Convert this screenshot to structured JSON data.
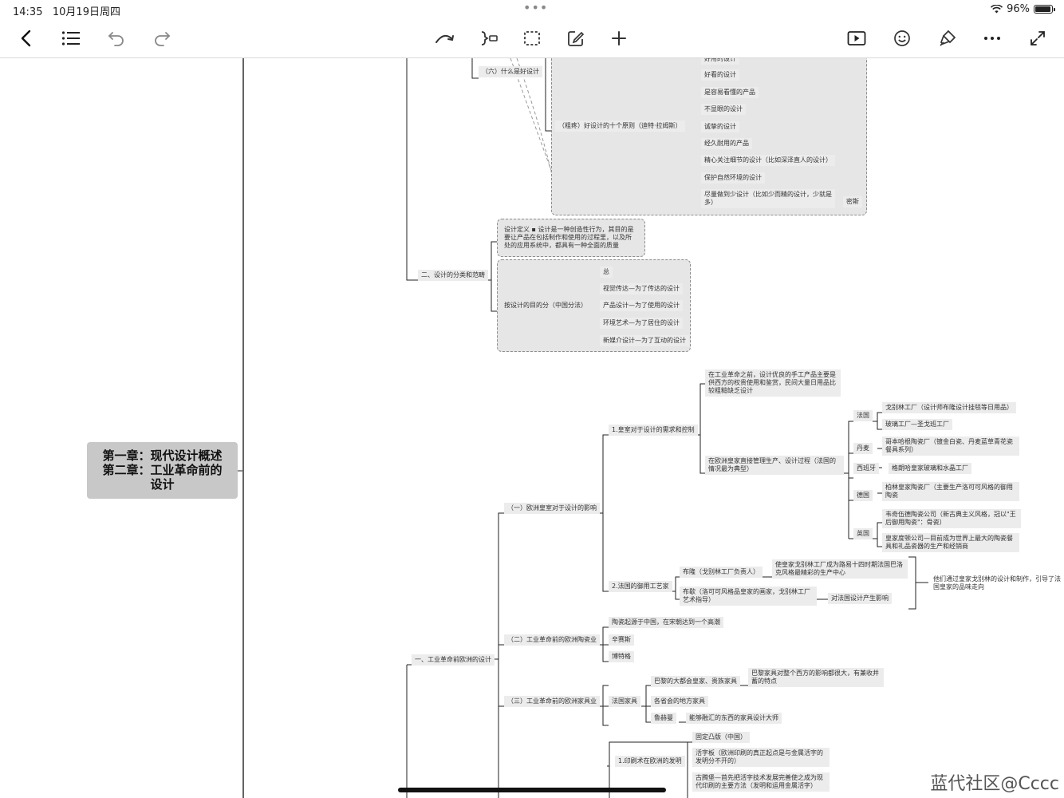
{
  "status": {
    "time": "14:35",
    "date": "10月19日周四",
    "more": "•••",
    "battery_pct": "96%",
    "battery_level": 0.96
  },
  "toolbar": {
    "left_icons": [
      "back-icon",
      "list-icon",
      "undo-icon",
      "redo-icon"
    ],
    "center_icons": [
      "redo-arc-icon",
      "summary-icon",
      "select-box-icon",
      "edit-icon",
      "add-icon"
    ],
    "right_icons": [
      "play-icon",
      "emoji-icon",
      "paint-icon",
      "more-icon",
      "expand-icon"
    ]
  },
  "root": {
    "line1": "第一章：现代设计概述",
    "line2": "第二章：工业革命前的",
    "line3": "设计"
  },
  "top": {
    "six": "（六）什么是好设计",
    "ten_rules": "（粗疼）好设计的十个原则（迪特·拉姆斯）",
    "r0": "好用的设计",
    "r1": "好看的设计",
    "r2": "是容易看懂的产品",
    "r3": "不显眼的设计",
    "r4": "诚挚的设计",
    "r5": "经久耐用的产品",
    "r6": "精心关注细节的设计（比如深泽直人的设计）",
    "r7": "保护自然环境的设计",
    "r8": "尽量做到少设计（比如少而精的设计，少就是多）",
    "r8_tag": "密斯"
  },
  "classify": {
    "title": "二、设计的分类和范畴",
    "definition": "设计定义 ▪ 设计是一种创造性行为，其目的是要让产品在包括制作和使用的过程里，以及所处的应用系统中，都具有一种全面的质量",
    "by_purpose": "按设计的目的分（中国分法）",
    "c0": "总",
    "c1": "视觉传达—为了传达的设计",
    "c2": "产品设计—为了使用的设计",
    "c3": "环境艺术—为了居住的设计",
    "c4": "新媒介设计—为了互动的设计"
  },
  "europe": {
    "title": "一、工业革命前欧洲的设计",
    "s1": "（一）欧洲皇室对于设计的影响",
    "s1_a": "1.皇室对于设计的需求和控制",
    "s1_a_1": "在工业革命之前，设计优良的手工产品主要是供西方的权贵使用和鉴赏，民间大量日用品比较粗糙缺乏设计",
    "s1_a_2": "在欧洲皇家直接管理生产、设计过程（法国的情况最为典型）",
    "fr": "法国",
    "fr_1": "戈别林工厂（设计师布隆设计挂毯等日用品）",
    "fr_2": "玻璃工厂—圣戈班工厂",
    "dk": "丹麦",
    "dk_1": "哥本哈根陶瓷厂（镀金白瓷、丹麦蓝草青花瓷餐具系列）",
    "es": "西班牙",
    "es_1": "格朗哈皇家玻璃和水晶工厂",
    "de": "德国",
    "de_1": "柏林皇家陶瓷厂（主要生产洛可可风格的御用陶瓷",
    "uk": "英国",
    "uk_1": "韦奇伍德陶瓷公司（新古典主义风格，冠以\"王后御用陶瓷\"：骨瓷）",
    "uk_2": "皇家度顿公司—目前成为世界上最大的陶瓷餐具和礼品瓷器的生产和经销商",
    "s1_b": "2.法国的御用工艺家",
    "brun": "布隆（戈别林工厂负责人）",
    "brun_1": "使皇家戈别林工厂成为路易十四时期法国巴洛克风格最精彩的生产中心",
    "boucher": "布歇（洛可可风格品皇家的画家，戈别林工厂艺术指导）",
    "boucher_1": "对法国设计产生影响",
    "summary": "他们通过皇家戈别林的设计和制作，引导了法国皇家的品味走向",
    "s2": "（二）工业革命前的欧洲陶瓷业",
    "s2_1": "陶瓷起源于中国，在宋朝达到一个高潮",
    "s2_2": "辛赛斯",
    "s2_3": "博特格",
    "s3": "（三）工业革命前的欧洲家具业",
    "s3_a": "法国家具",
    "s3_a_1": "巴黎的大都会皇家、贵族家具",
    "s3_a_1_1": "巴黎家具对整个西方的影响都很大，有兼收并蓄的特点",
    "s3_a_2": "各省会的地方家具",
    "s3_a_3": "鲁赫曼",
    "s3_a_3_1": "能够融汇的东西的家具设计大师",
    "s4_a": "1.印刷术在欧洲的发明",
    "s4_a_1": "固定凸版（中国）",
    "s4_a_2": "活字板（欧洲印刷的真正起点是与金属活字的发明分不开的）",
    "s4_a_3": "古腾堡—首先把活字技术发展完善使之成为现代印刷的主要方法（发明和运用金属活字）"
  },
  "watermark": "蓝代社区@Cccc"
}
